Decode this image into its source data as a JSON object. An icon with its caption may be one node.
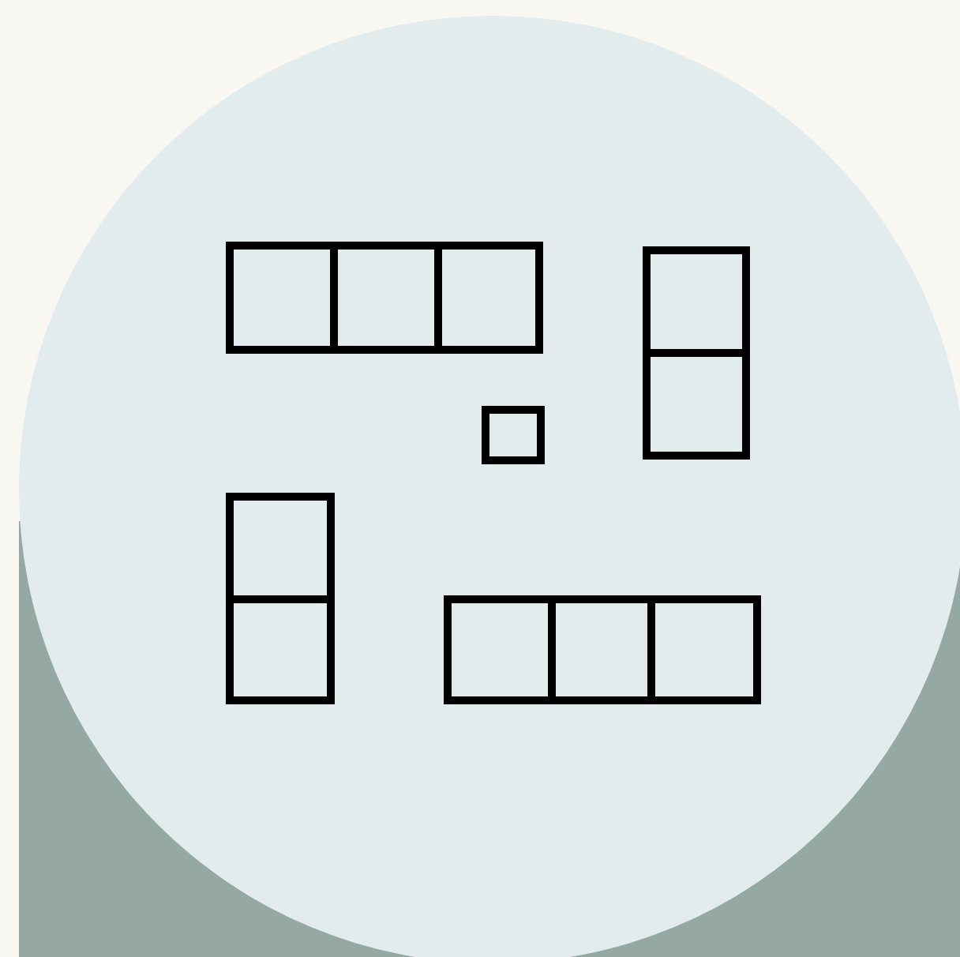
{
  "diagram": {
    "nodes": [
      {
        "text": [],
        "shape": "circle"
      },
      {
        "text": [],
        "shape": "box",
        "in": 0
      },
      {
        "text": [],
        "shape": "box",
        "in": 0
      },
      {
        "text": [],
        "shape": "box",
        "in": 0
      },
      {
        "text": [],
        "shape": "box",
        "in": 0
      },
      {
        "text": [],
        "shape": "box",
        "in": 0
      },
      {
        "text": [],
        "shape": "box",
        "in": 0
      },
      {
        "text": [],
        "shape": "box",
        "in": 0
      },
      {
        "text": [],
        "shape": "box",
        "in": 0
      },
      {
        "text": [],
        "shape": "box",
        "in": 0
      },
      {
        "text": [],
        "shape": "box",
        "in": 0
      },
      {
        "text": [],
        "shape": "box",
        "in": 0
      }
    ]
  }
}
